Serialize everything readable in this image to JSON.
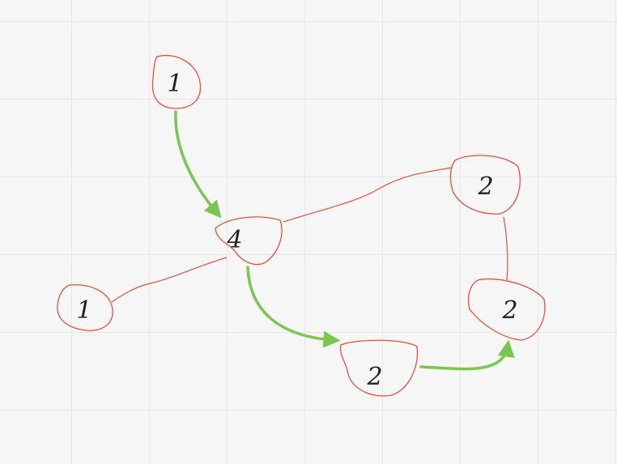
{
  "colors": {
    "background": "#f6f6f6",
    "grid_line": "#e2e2e2",
    "node_outline": "#e8513a",
    "edge": "#e8513a",
    "arrow": "#7ac74f",
    "label": "#222222"
  },
  "nodes": [
    {
      "id": "top",
      "label": "1"
    },
    {
      "id": "center",
      "label": "4"
    },
    {
      "id": "left",
      "label": "1"
    },
    {
      "id": "bottom",
      "label": "2"
    },
    {
      "id": "right-lower",
      "label": "2"
    },
    {
      "id": "right-upper",
      "label": "2"
    }
  ],
  "undirected_edges": [
    {
      "from": "center",
      "to": "left"
    },
    {
      "from": "center",
      "to": "right-upper"
    },
    {
      "from": "right-upper",
      "to": "right-lower"
    }
  ],
  "directed_edges": [
    {
      "from": "top",
      "to": "center"
    },
    {
      "from": "center",
      "to": "bottom"
    },
    {
      "from": "bottom",
      "to": "right-lower"
    }
  ]
}
